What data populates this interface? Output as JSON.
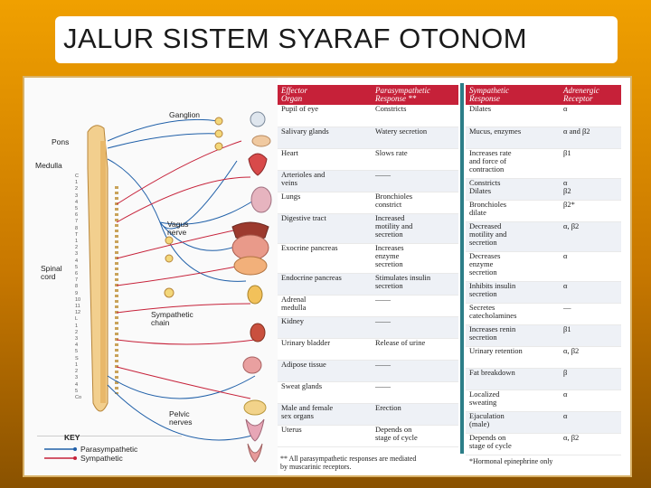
{
  "title": "JALUR SISTEM SYARAF OTONOM",
  "diagram_labels": {
    "ganglion": "Ganglion",
    "pons": "Pons",
    "medulla": "Medulla",
    "vagus": "Vagus\nnerve",
    "spinal_cord": "Spinal\ncord",
    "sympathetic_chain": "Sympathetic\nchain",
    "pelvic": "Pelvic\nnerves",
    "spine_levels": [
      "C",
      "1",
      "2",
      "3",
      "4",
      "5",
      "6",
      "7",
      "8",
      "T",
      "1",
      "2",
      "3",
      "4",
      "5",
      "6",
      "7",
      "8",
      "9",
      "10",
      "11",
      "12",
      "L",
      "1",
      "2",
      "3",
      "4",
      "5",
      "S",
      "1",
      "2",
      "3",
      "4",
      "5",
      "Co"
    ]
  },
  "key": {
    "title": "KEY",
    "parasympathetic": "Parasympathetic",
    "sympathetic": "Sympathetic"
  },
  "colors": {
    "parasympathetic": "#1f5fa8",
    "sympathetic": "#c62139",
    "header": "#c62139",
    "divider": "#2c7e88"
  },
  "table_left": {
    "headers": [
      "Effector\nOrgan",
      "Parasympathetic\nResponse **"
    ],
    "rows": [
      [
        "Pupil of eye",
        "Constricts"
      ],
      [
        "Salivary glands",
        "Watery secretion"
      ],
      [
        "Heart",
        "Slows rate"
      ],
      [
        "Arterioles and\nveins",
        "——"
      ],
      [
        "Lungs",
        "Bronchioles\nconstrict"
      ],
      [
        "Digestive tract",
        "Increased\nmotility and\nsecretion"
      ],
      [
        "Exocrine pancreas",
        "Increases\nenzyme\nsecretion"
      ],
      [
        "Endocrine pancreas",
        "Stimulates insulin\nsecretion"
      ],
      [
        "Adrenal\nmedulla",
        "——"
      ],
      [
        "Kidney",
        "——"
      ],
      [
        "Urinary bladder",
        "Release of urine"
      ],
      [
        "Adipose tissue",
        "——"
      ],
      [
        "Sweat glands",
        "——"
      ],
      [
        "Male and female\nsex organs",
        "Erection"
      ],
      [
        "Uterus",
        "Depends on\nstage of cycle"
      ]
    ]
  },
  "table_right": {
    "headers": [
      "Sympathetic\nResponse",
      "Adrenergic\nReceptor"
    ],
    "rows": [
      [
        "Dilates",
        "α"
      ],
      [
        "Mucus, enzymes",
        "α and β2"
      ],
      [
        "Increases rate\nand force of\ncontraction",
        "β1"
      ],
      [
        "Constricts\nDilates",
        "α\nβ2"
      ],
      [
        "Bronchioles\ndilate",
        "β2*"
      ],
      [
        "Decreased\nmotility and\nsecretion",
        "α, β2"
      ],
      [
        "Decreases\nenzyme\nsecretion",
        "α"
      ],
      [
        "Inhibits insulin\nsecretion",
        "α"
      ],
      [
        "Secretes\ncatecholamines",
        "—"
      ],
      [
        "Increases renin\nsecretion",
        "β1"
      ],
      [
        "Urinary retention",
        "α, β2"
      ],
      [
        "Fat breakdown",
        "β"
      ],
      [
        "Localized\nsweating",
        "α"
      ],
      [
        "Ejaculation\n(male)",
        "α"
      ],
      [
        "Depends on\nstage of cycle",
        "α, β2"
      ]
    ]
  },
  "footnotes": {
    "left": "** All parasympathetic responses are mediated\n   by muscarinic receptors.",
    "right": "*Hormonal epinephrine only"
  }
}
